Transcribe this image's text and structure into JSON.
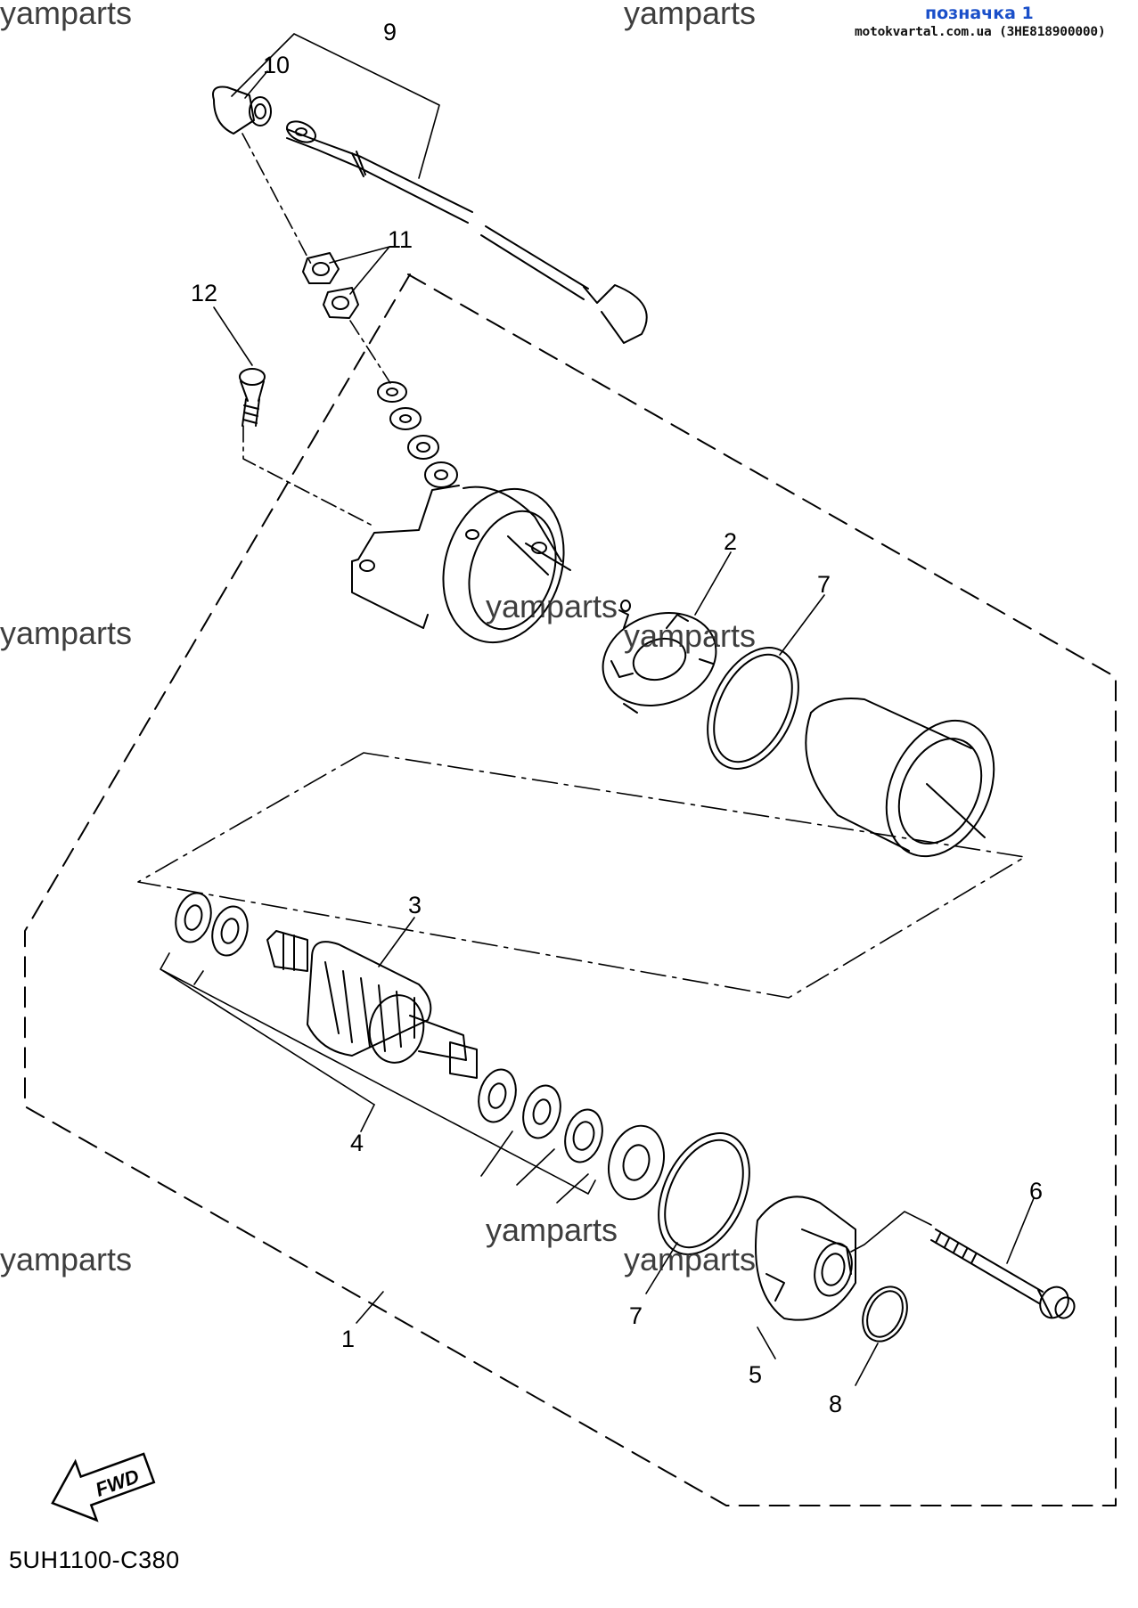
{
  "header": {
    "title": "позначка 1",
    "subtitle": "motokvartal.com.ua (3HE818900000)"
  },
  "watermark_text": "yamparts",
  "diagram_code": "5UH1100-C380",
  "fwd_label": "FWD",
  "callouts": [
    "1",
    "2",
    "3",
    "4",
    "5",
    "6",
    "7",
    "7",
    "8",
    "9",
    "10",
    "11",
    "12"
  ]
}
